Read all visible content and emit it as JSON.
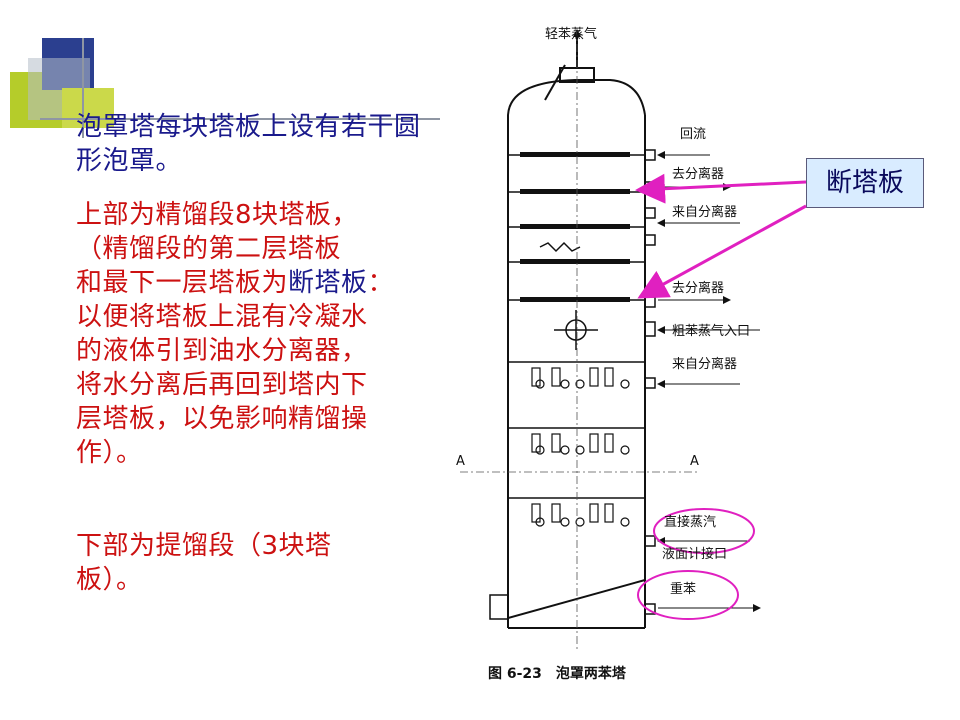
{
  "paragraph1": "泡罩塔每块塔板上设有若干圆形泡罩。",
  "paragraph2": {
    "line1": "上部为精馏段8块塔板，",
    "line2": "（精馏段的第二层塔板",
    "line3a": "和最下一层塔板为",
    "line3b": "断塔板",
    "line3c": "：",
    "line4": "以便将塔板上混有冷凝水",
    "line5": "的液体引到油水分离器，",
    "line6": "将水分离后再回到塔内下",
    "line7": "层塔板，以免影响精馏操",
    "line8": "作）。"
  },
  "paragraph3": {
    "line1": "下部为提馏段（3块塔",
    "line2": "板）。"
  },
  "callout_label": "断塔板",
  "diagram": {
    "top_label": "轻苯蒸气",
    "labels": [
      "回流",
      "去分离器",
      "来自分离器",
      "去分离器",
      "粗苯蒸气入口",
      "来自分离器",
      "直接蒸汽",
      "液面计接口",
      "重苯"
    ],
    "section_marks": [
      "A",
      "A"
    ],
    "caption": "图 6-23　泡罩两苯塔"
  },
  "colors": {
    "red_text": "#cc1111",
    "blue_text": "#1a1a8c",
    "arrow": "#e020c0",
    "callout_bg": "#d9ecff"
  }
}
